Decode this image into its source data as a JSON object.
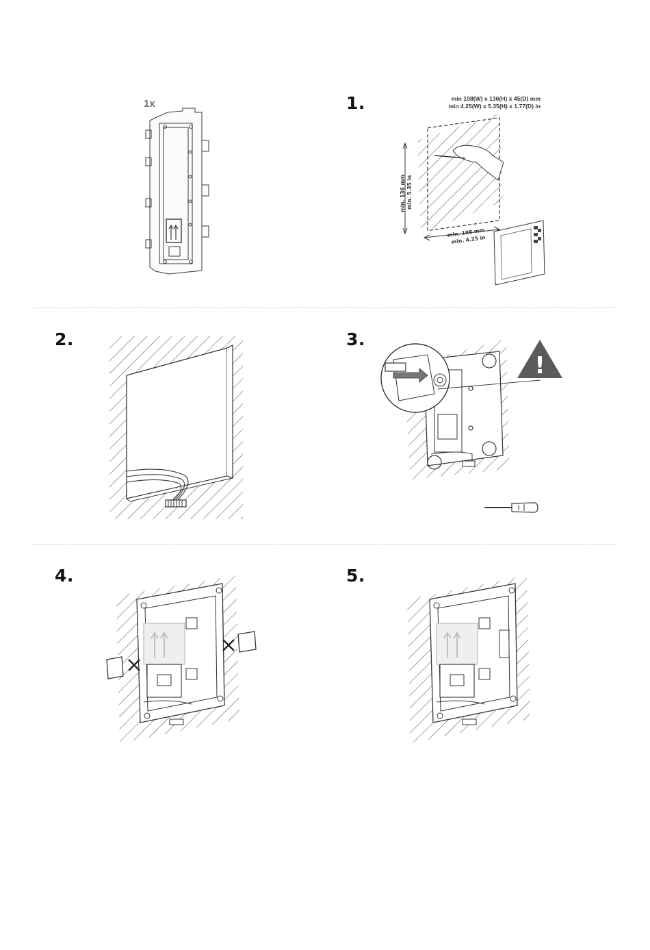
{
  "kit": {
    "quantity": "1x"
  },
  "steps": [
    {
      "number": "1.",
      "note_line1": "min 108(W) x 136(H) x 45(D) mm",
      "note_line2": "min 4.25(W) x 5.35(H) x 1.77(D) in",
      "height_mm": "min. 136 mm",
      "height_in": "min. 5.35 in",
      "width_mm": "min. 108 mm",
      "width_in": "min. 4.25 in"
    },
    {
      "number": "2."
    },
    {
      "number": "3.",
      "warning": "!"
    },
    {
      "number": "4."
    },
    {
      "number": "5."
    }
  ],
  "colors": {
    "line": "#3a3a3a",
    "hatch": "#555555",
    "box_gray": "#cfcfcf",
    "warning_gray": "#5a5a5a",
    "divider": "#bdbdbd"
  },
  "icons": [
    "up-arrows-icon",
    "pencil-hand-icon",
    "template-sheet-icon",
    "warning-triangle-icon",
    "screwdriver-icon",
    "cross-mark-icon"
  ]
}
